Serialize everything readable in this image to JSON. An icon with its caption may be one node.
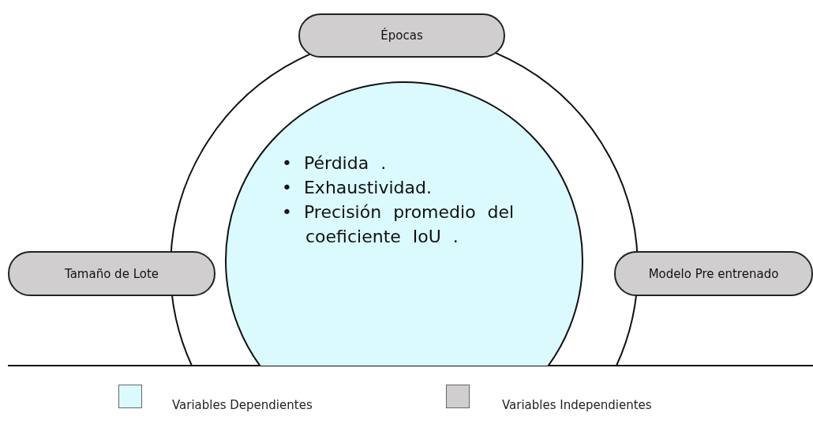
{
  "diagram": {
    "nodes": [
      {
        "text": [
          "Épocas"
        ]
      },
      {
        "text": [
          "• Pérdida .",
          "• Exhaustividad.",
          "• Precisión promedio del coeficiente IoU ."
        ]
      },
      {
        "text": [
          "Tamaño de Lote"
        ]
      },
      {
        "text": [
          "Modelo Pre entrenado"
        ]
      }
    ],
    "edges": [],
    "legend": [
      {
        "text": "Variables Dependientes",
        "color": "#dbfafd"
      },
      {
        "text": "Variables Independientes",
        "color": "#d0cece"
      }
    ]
  }
}
